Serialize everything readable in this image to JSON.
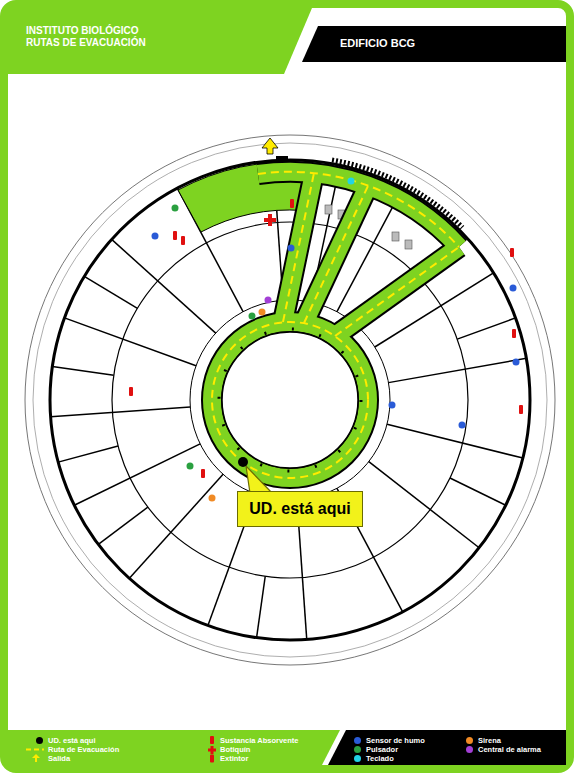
{
  "diagram": {
    "title": "INSTITUTO BIOLÓGICO RUTAS DE EVACUACIÓN",
    "nodes": [
      {
        "text": [
          "UD. está aqui"
        ]
      }
    ],
    "labels": [
      "EDIFICIO BCG"
    ],
    "legend": [
      {
        "text": "UD. está aqui",
        "color": "#000000"
      },
      {
        "text": "Ruta de Evacuación"
      },
      {
        "text": "Salida"
      },
      {
        "text": "Sustancia Absorvente"
      },
      {
        "text": "Botiquín"
      },
      {
        "text": "Extintor"
      },
      {
        "text": "Sensor de humo",
        "color": "#2a5bd7"
      },
      {
        "text": "Pulsador",
        "color": "#2aa040"
      },
      {
        "text": "Teclado",
        "color": "#22d3e6"
      },
      {
        "text": "Sirena",
        "color": "#f08a24"
      },
      {
        "text": "Central de alarma",
        "color": "#a33fd6"
      }
    ]
  }
}
